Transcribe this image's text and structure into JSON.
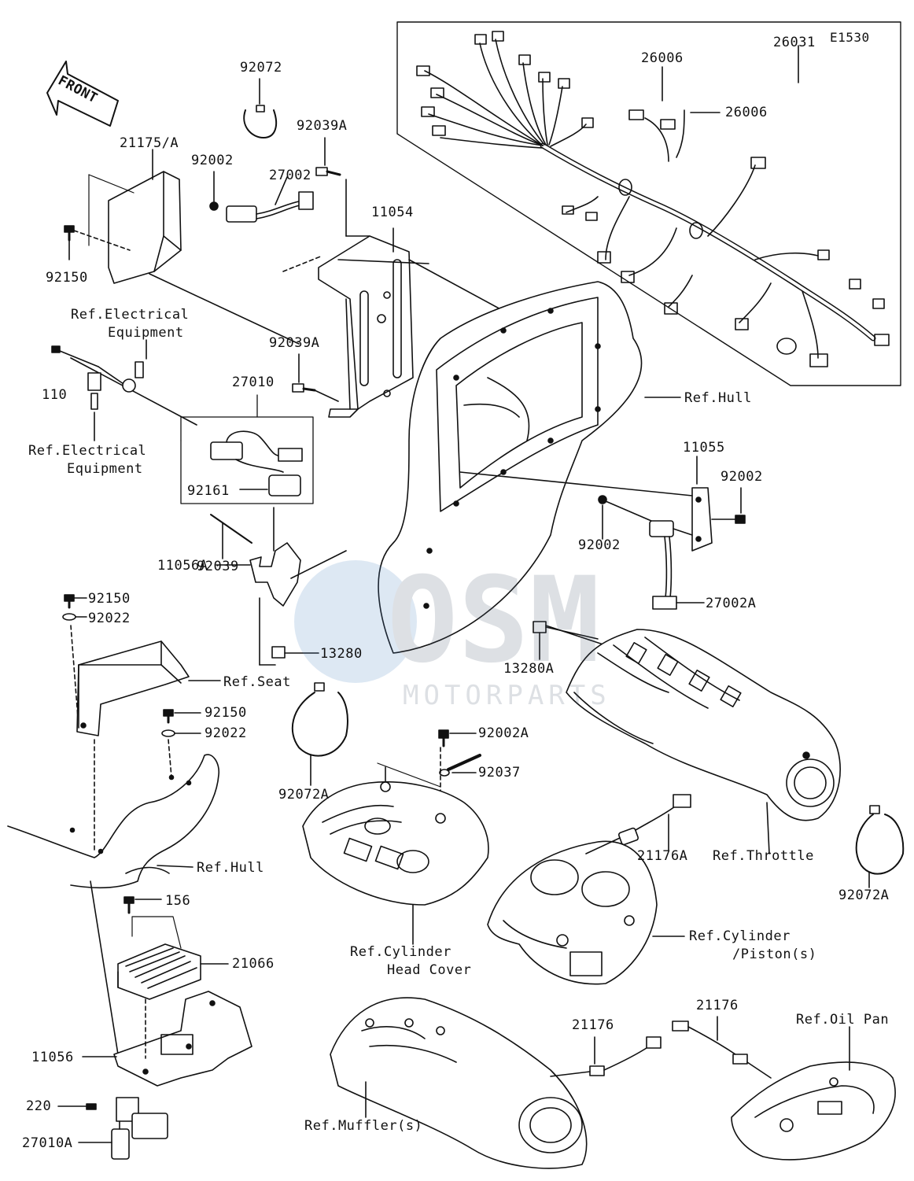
{
  "diagram_code": "E1530",
  "front_label": "FRONT",
  "watermark": {
    "brand": "OSM",
    "subtitle": "MOTORPARTS"
  },
  "labels": {
    "l26031": "26031",
    "l26006a": "26006",
    "l26006b": "26006",
    "l92072": "92072",
    "l92039A_top": "92039A",
    "l21175A": "21175/A",
    "l92002_top": "92002",
    "l27002": "27002",
    "l11054": "11054",
    "l92150_a": "92150",
    "ref_elec_1a": "Ref.Electrical",
    "ref_elec_1b": "Equipment",
    "l92039A_mid": "92039A",
    "l110": "110",
    "l27010": "27010",
    "ref_hull_1": "Ref.Hull",
    "ref_elec_2a": "Ref.Electrical",
    "ref_elec_2b": "Equipment",
    "l11055": "11055",
    "l92002_r1": "92002",
    "l92161": "92161",
    "l92002_r2": "92002",
    "l92039": "92039",
    "l11056A": "11056A",
    "l92150_b": "92150",
    "l27002A": "27002A",
    "l92022_a": "92022",
    "l13280": "13280",
    "l13280A": "13280A",
    "ref_seat": "Ref.Seat",
    "l92150_c": "92150",
    "l92022_b": "92022",
    "l92002A": "92002A",
    "l92037": "92037",
    "l92072A_a": "92072A",
    "l21176A": "21176A",
    "ref_throttle": "Ref.Throttle",
    "ref_hull_2": "Ref.Hull",
    "l92072A_b": "92072A",
    "l156": "156",
    "ref_cyl_head_a": "Ref.Cylinder",
    "ref_cyl_head_b": "Head Cover",
    "ref_cyl_pis_a": "Ref.Cylinder",
    "ref_cyl_pis_b": "/Piston(s)",
    "l21066": "21066",
    "l21176_a": "21176",
    "l21176_b": "21176",
    "ref_oil_pan": "Ref.Oil Pan",
    "l11056": "11056",
    "l220": "220",
    "ref_muffler": "Ref.Muffler(s)",
    "l27010A": "27010A"
  }
}
